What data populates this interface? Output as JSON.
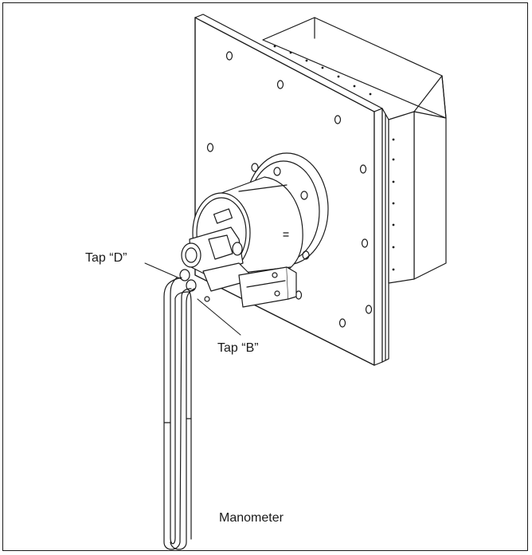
{
  "labels": {
    "tap_d": "Tap “D”",
    "tap_b": "Tap “B”",
    "manometer": "Manometer"
  },
  "colors": {
    "line": "#1a1a1a",
    "border": "#1a1a1a",
    "background": "#ffffff"
  }
}
